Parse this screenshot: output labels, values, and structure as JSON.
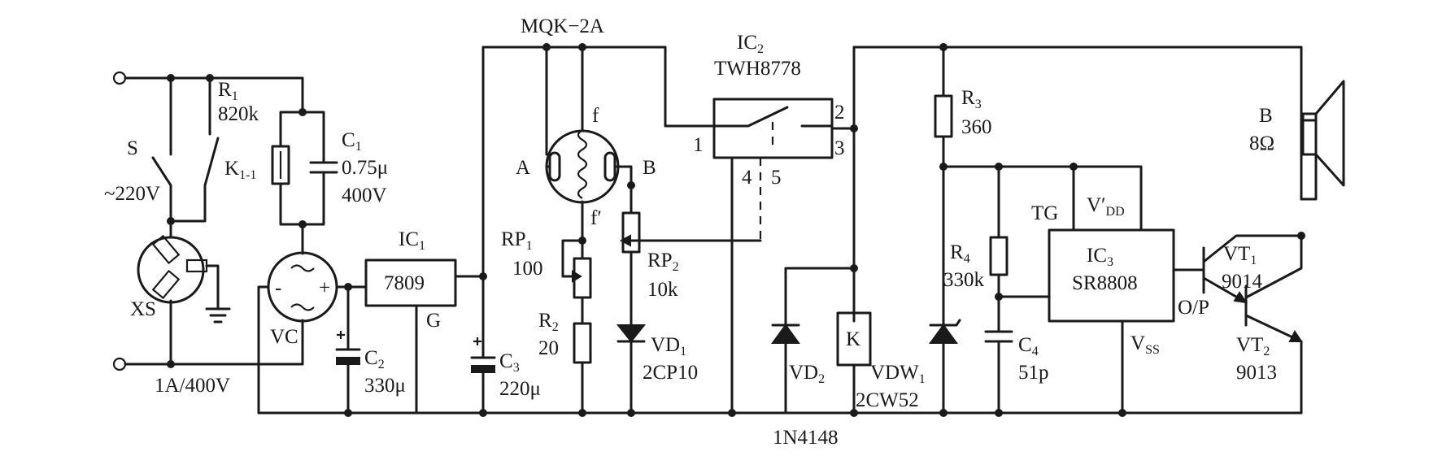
{
  "labels": {
    "R1": "R",
    "R1_sub": "1",
    "R1_val": "820k",
    "S": "S",
    "K11": "K",
    "K11_sub": "1-1",
    "C1": "C",
    "C1_sub": "1",
    "C1_val": "0.75μ",
    "C1_volt": "400V",
    "mains": "~220V",
    "XS": "XS",
    "VC": "VC",
    "fuse": "1A/400V",
    "IC1": "IC",
    "IC1_sub": "1",
    "IC1_part": "7809",
    "IC1_G": "G",
    "C2": "C",
    "C2_sub": "2",
    "C2_val": "330μ",
    "C3": "C",
    "C3_sub": "3",
    "C3_val": "220μ",
    "MQK": "MQK−2A",
    "A": "A",
    "B": "B",
    "f": "f",
    "f_prime": "f′",
    "RP1": "RP",
    "RP1_sub": "1",
    "RP1_val": "100",
    "R2": "R",
    "R2_sub": "2",
    "R2_val": "20",
    "RP2": "RP",
    "RP2_sub": "2",
    "RP2_val": "10k",
    "VD1": "VD",
    "VD1_sub": "1",
    "VD1_part": "2CP10",
    "IC2": "IC",
    "IC2_sub": "2",
    "IC2_part": "TWH8778",
    "p1": "1",
    "p2": "2",
    "p3": "3",
    "p4": "4",
    "p5": "5",
    "VD2": "VD",
    "VD2_sub": "2",
    "VD2_part": "1N4148",
    "K": "K",
    "VDW1": "VDW",
    "VDW1_sub": "1",
    "VDW1_part": "2CW52",
    "R3": "R",
    "R3_sub": "3",
    "R3_val": "360",
    "R4": "R",
    "R4_sub": "4",
    "R4_val": "330k",
    "C4": "C",
    "C4_sub": "4",
    "C4_val": "51p",
    "TG": "TG",
    "VDD": "V′",
    "VDD_sub": "DD",
    "IC3": "IC",
    "IC3_sub": "3",
    "IC3_part": "SR8808",
    "VSS": "V",
    "VSS_sub": "SS",
    "OP": "O/P",
    "VT1": "VT",
    "VT1_sub": "1",
    "VT1_part": "9014",
    "VT2": "VT",
    "VT2_sub": "2",
    "VT2_part": "9013",
    "Bspk": "B",
    "Bspk_val": "8Ω",
    "plus": "+",
    "minus": "-"
  }
}
